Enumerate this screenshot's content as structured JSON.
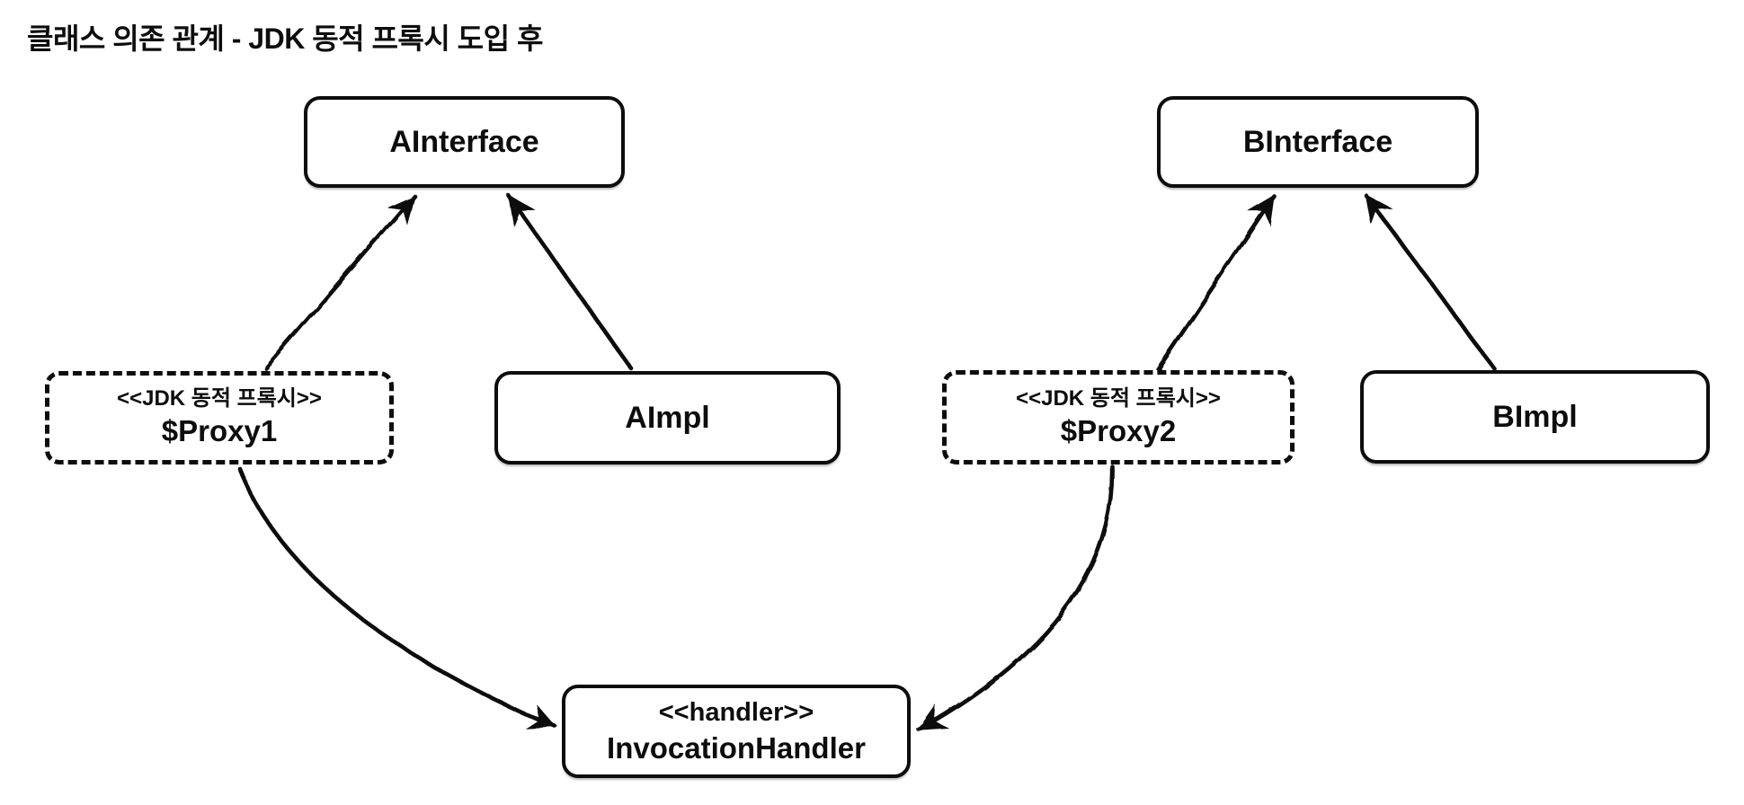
{
  "title": "클래스 의존 관계 - JDK 동적 프록시 도입 후",
  "nodes": {
    "a_interface": {
      "label": "AInterface"
    },
    "b_interface": {
      "label": "BInterface"
    },
    "proxy1": {
      "stereotype": "<<JDK 동적 프록시>>",
      "label": "$Proxy1"
    },
    "a_impl": {
      "label": "AImpl"
    },
    "proxy2": {
      "stereotype": "<<JDK 동적 프록시>>",
      "label": "$Proxy2"
    },
    "b_impl": {
      "label": "BImpl"
    },
    "handler": {
      "stereotype": "<<handler>>",
      "label": "InvocationHandler"
    }
  },
  "edges": [
    {
      "from": "$Proxy1",
      "to": "AInterface",
      "type": "arrow"
    },
    {
      "from": "AImpl",
      "to": "AInterface",
      "type": "arrow"
    },
    {
      "from": "$Proxy2",
      "to": "BInterface",
      "type": "arrow"
    },
    {
      "from": "BImpl",
      "to": "BInterface",
      "type": "arrow"
    },
    {
      "from": "$Proxy1",
      "to": "InvocationHandler",
      "type": "arrow"
    },
    {
      "from": "$Proxy2",
      "to": "InvocationHandler",
      "type": "arrow"
    }
  ],
  "colors": {
    "ink": "#0d0d0d",
    "background": "#ffffff"
  }
}
